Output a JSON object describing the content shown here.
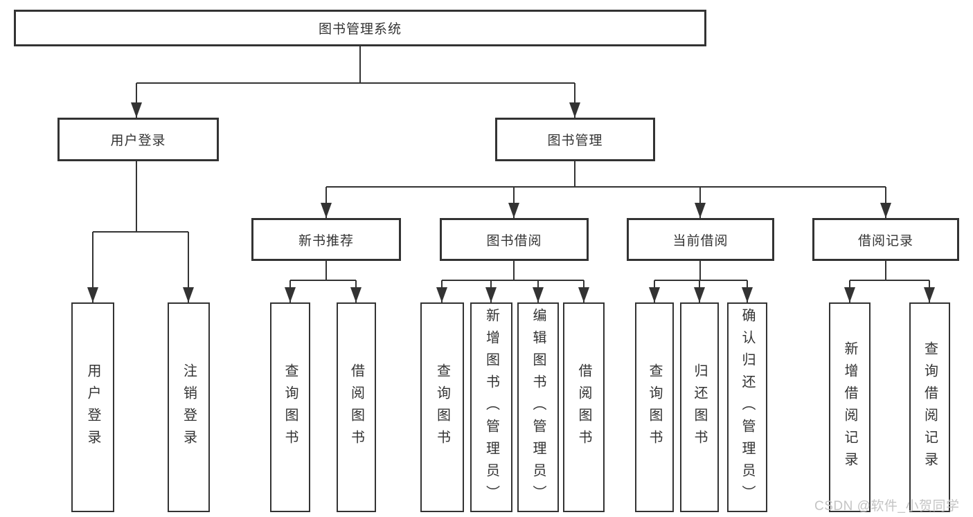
{
  "tree": {
    "root": "图书管理系统",
    "children": [
      {
        "label": "用户登录",
        "children": [
          "用户登录",
          "注销登录"
        ]
      },
      {
        "label": "图书管理",
        "children": [
          {
            "label": "新书推荐",
            "children": [
              "查询图书",
              "借阅图书"
            ]
          },
          {
            "label": "图书借阅",
            "children": [
              "查询图书",
              "新增图书（管理员）",
              "编辑图书（管理员）",
              "借阅图书"
            ]
          },
          {
            "label": "当前借阅",
            "children": [
              "查询图书",
              "归还图书",
              "确认归还（管理员）"
            ]
          },
          {
            "label": "借阅记录",
            "children": [
              "新增借阅记录",
              "查询借阅记录"
            ]
          }
        ]
      }
    ]
  },
  "watermark": {
    "text": "CSDN @软件_小贺同学"
  },
  "colors": {
    "line": "#333333",
    "box_border": "#333333",
    "box_fill": "#ffffff",
    "text": "#333333",
    "watermark_text": "#c4c4c4",
    "background": "#ffffff"
  }
}
